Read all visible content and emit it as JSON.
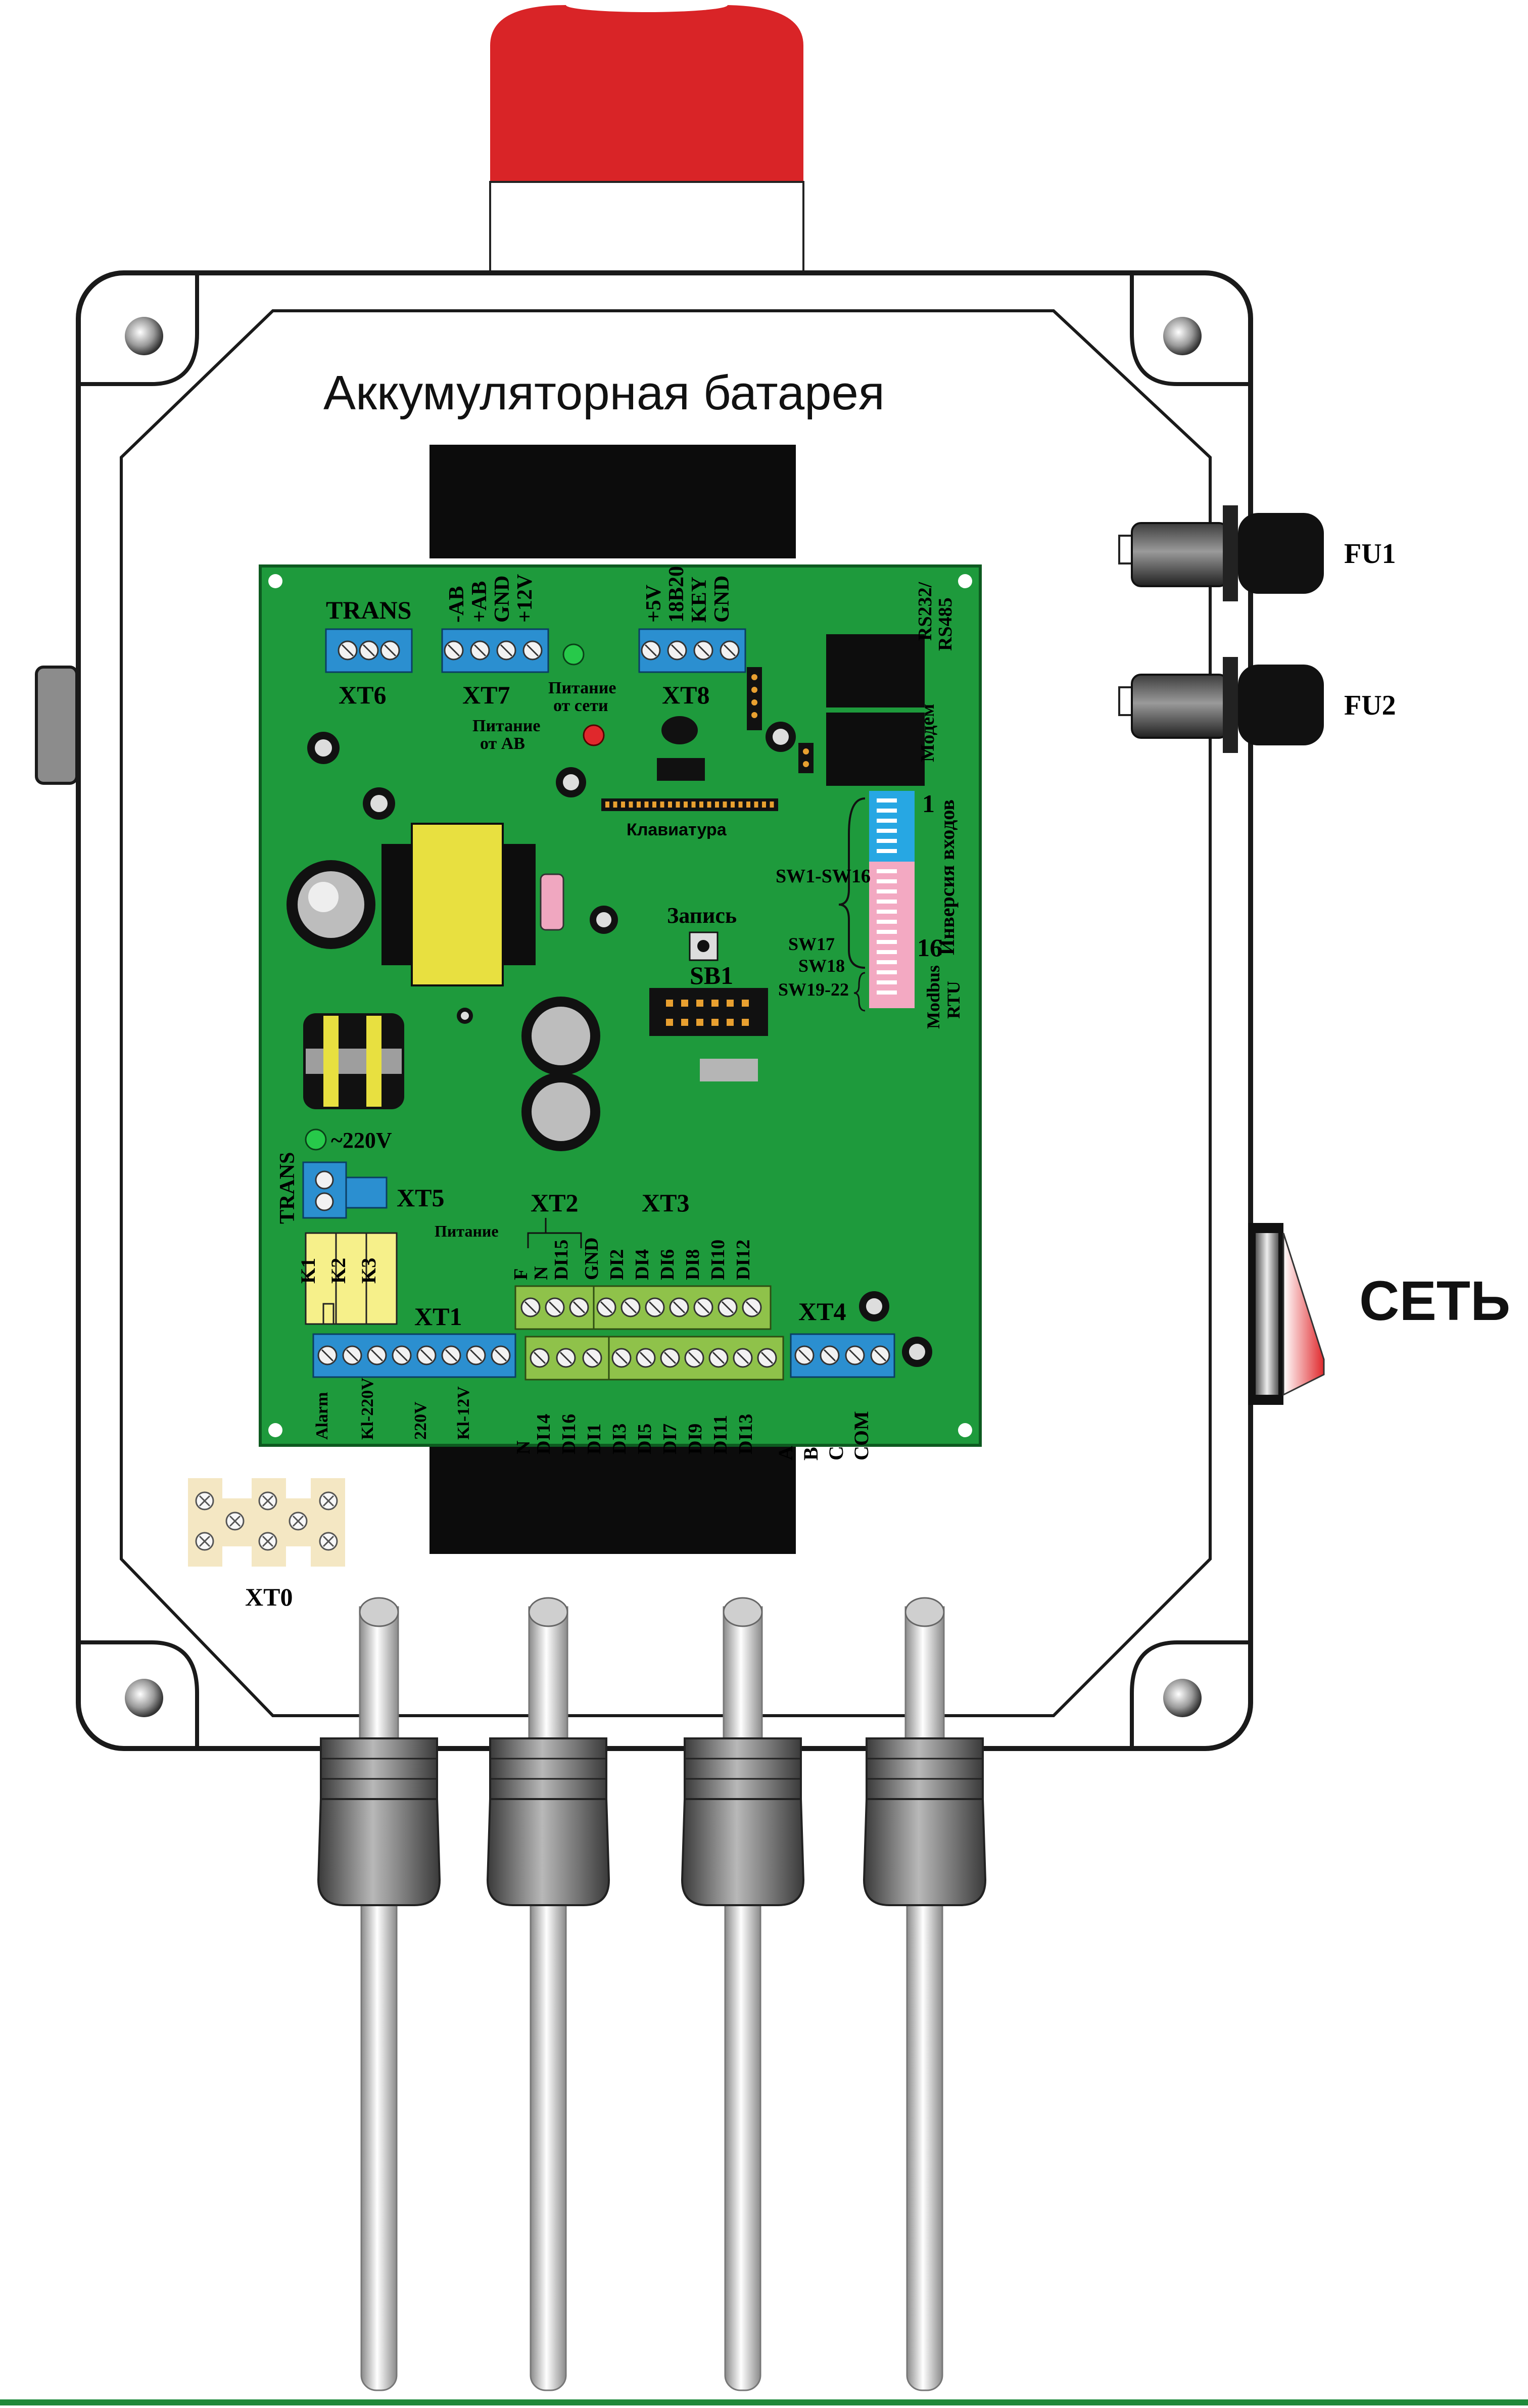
{
  "battery_title": "Аккумуляторная батарея",
  "fuses": {
    "fu1": "FU1",
    "fu2": "FU2"
  },
  "mains_switch": "СЕТЬ",
  "terminal_xt0": "XT0",
  "pcb": {
    "trans_top": "TRANS",
    "xt6": "XT6",
    "xt7": "XT7",
    "xt7_pins": [
      "-AB",
      "+AB",
      "GND",
      "+12V"
    ],
    "xt8": "XT8",
    "xt8_pins": [
      "+5V",
      "18B20",
      "KEY",
      "GND"
    ],
    "power_mains_1": "Питание",
    "power_mains_2": "от сети",
    "power_battery_1": "Питание",
    "power_battery_2": "от АВ",
    "rs_label_1": "RS232/",
    "rs_label_2": "RS485",
    "modem": "Модем",
    "keyboard": "Клавиатура",
    "inversion": "Инверсия входов",
    "dip_1": "1",
    "dip_16": "16",
    "sw1_16": "SW1-SW16",
    "sw17": "SW17",
    "sw18": "SW18",
    "sw19_22": "SW19-22",
    "modbus_1": "Modbus",
    "modbus_2": "RTU",
    "write": "Запись",
    "sb1": "SB1",
    "ac220": "~220V",
    "trans_side": "TRANS",
    "xt5": "XT5",
    "xt2": "XT2",
    "xt3": "XT3",
    "power_small": "Питание",
    "relays": [
      "K1",
      "K2",
      "K3"
    ],
    "xt1": "XT1",
    "xt4": "XT4",
    "xt2_pins": [
      "F",
      "N",
      "DI15"
    ],
    "xt3_pins": [
      "GND",
      "DI2",
      "DI4",
      "DI6",
      "DI8",
      "DI10",
      "DI12"
    ],
    "xt1_bottom": [
      "Alarm",
      "Kl-220V",
      "220V",
      "Kl-12V"
    ],
    "lower_pins": [
      "N",
      "DI14",
      "DI16",
      "DI1",
      "DI3",
      "DI5",
      "DI7",
      "DI9",
      "DI11",
      "DI13"
    ],
    "xt4_pins": [
      "A",
      "B",
      "C",
      "COM"
    ]
  },
  "colors": {
    "pcb": "#1e9a3c",
    "terminal_blue": "#2b8fd0",
    "terminal_green": "#8fc24a",
    "cap_red": "#d92427",
    "transformer_yellow": "#e8e040",
    "dip_blue": "#27a7e3",
    "dip_pink": "#f3a9c2"
  }
}
